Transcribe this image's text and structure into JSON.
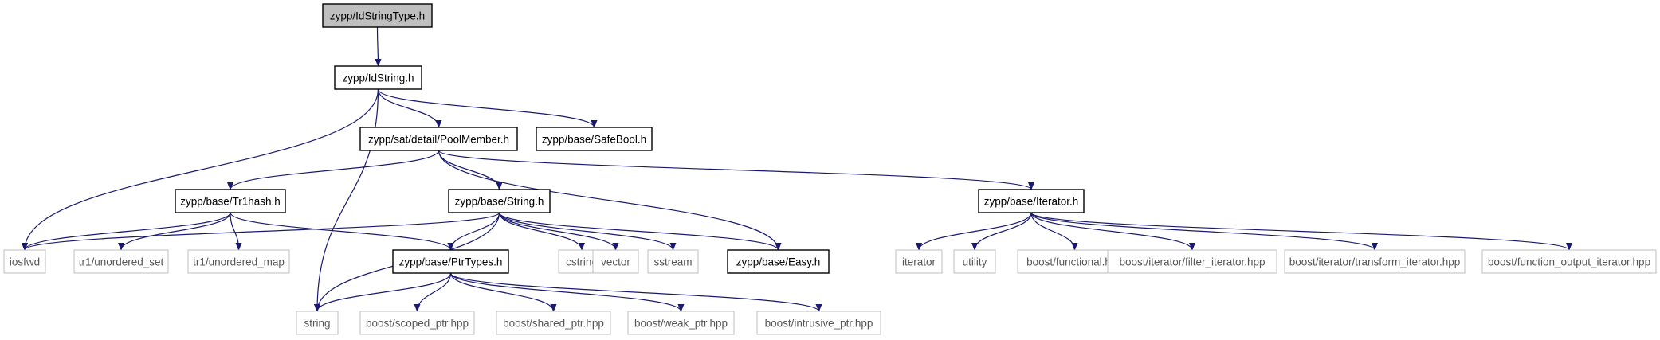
{
  "diagram": {
    "colors": {
      "edge": "#191970",
      "node_border_strong": "#000000",
      "node_border_light": "#bfbfbf",
      "node_fill_root": "#bfbfbf",
      "node_fill": "#ffffff",
      "text_strong": "#000000",
      "text_light": "#555555"
    },
    "nodes": [
      {
        "id": "n_root",
        "label": "zypp/IdStringType.h",
        "style": "root"
      },
      {
        "id": "n_idstring",
        "label": "zypp/IdString.h",
        "style": "strong"
      },
      {
        "id": "n_poolmember",
        "label": "zypp/sat/detail/PoolMember.h",
        "style": "strong"
      },
      {
        "id": "n_safebool",
        "label": "zypp/base/SafeBool.h",
        "style": "strong"
      },
      {
        "id": "n_tr1hash",
        "label": "zypp/base/Tr1hash.h",
        "style": "strong"
      },
      {
        "id": "n_string_h",
        "label": "zypp/base/String.h",
        "style": "strong"
      },
      {
        "id": "n_iterator_h",
        "label": "zypp/base/Iterator.h",
        "style": "strong"
      },
      {
        "id": "n_iosfwd",
        "label": "iosfwd",
        "style": "light"
      },
      {
        "id": "n_tr1_uset",
        "label": "tr1/unordered_set",
        "style": "light"
      },
      {
        "id": "n_tr1_umap",
        "label": "tr1/unordered_map",
        "style": "light"
      },
      {
        "id": "n_ptrtypes",
        "label": "zypp/base/PtrTypes.h",
        "style": "strong"
      },
      {
        "id": "n_cstring",
        "label": "cstring",
        "style": "light"
      },
      {
        "id": "n_vector",
        "label": "vector",
        "style": "light"
      },
      {
        "id": "n_sstream",
        "label": "sstream",
        "style": "light"
      },
      {
        "id": "n_easy",
        "label": "zypp/base/Easy.h",
        "style": "strong"
      },
      {
        "id": "n_iterator",
        "label": "iterator",
        "style": "light"
      },
      {
        "id": "n_utility",
        "label": "utility",
        "style": "light"
      },
      {
        "id": "n_bfunctional",
        "label": "boost/functional.hpp",
        "style": "light"
      },
      {
        "id": "n_bfilter",
        "label": "boost/iterator/filter_iterator.hpp",
        "style": "light"
      },
      {
        "id": "n_btransform",
        "label": "boost/iterator/transform_iterator.hpp",
        "style": "light"
      },
      {
        "id": "n_bfuncout",
        "label": "boost/function_output_iterator.hpp",
        "style": "light"
      },
      {
        "id": "n_string",
        "label": "string",
        "style": "light"
      },
      {
        "id": "n_bscoped",
        "label": "boost/scoped_ptr.hpp",
        "style": "light"
      },
      {
        "id": "n_bshared",
        "label": "boost/shared_ptr.hpp",
        "style": "light"
      },
      {
        "id": "n_bweak",
        "label": "boost/weak_ptr.hpp",
        "style": "light"
      },
      {
        "id": "n_bintrusive",
        "label": "boost/intrusive_ptr.hpp",
        "style": "light"
      }
    ],
    "edges": [
      {
        "from": "n_root",
        "to": "n_idstring"
      },
      {
        "from": "n_idstring",
        "to": "n_iosfwd"
      },
      {
        "from": "n_idstring",
        "to": "n_string"
      },
      {
        "from": "n_idstring",
        "to": "n_poolmember"
      },
      {
        "from": "n_idstring",
        "to": "n_safebool"
      },
      {
        "from": "n_poolmember",
        "to": "n_tr1hash"
      },
      {
        "from": "n_poolmember",
        "to": "n_string_h"
      },
      {
        "from": "n_poolmember",
        "to": "n_easy"
      },
      {
        "from": "n_poolmember",
        "to": "n_iterator_h"
      },
      {
        "from": "n_tr1hash",
        "to": "n_iosfwd"
      },
      {
        "from": "n_tr1hash",
        "to": "n_tr1_uset"
      },
      {
        "from": "n_tr1hash",
        "to": "n_tr1_umap"
      },
      {
        "from": "n_tr1hash",
        "to": "n_ptrtypes"
      },
      {
        "from": "n_string_h",
        "to": "n_iosfwd"
      },
      {
        "from": "n_string_h",
        "to": "n_string"
      },
      {
        "from": "n_string_h",
        "to": "n_ptrtypes"
      },
      {
        "from": "n_string_h",
        "to": "n_cstring"
      },
      {
        "from": "n_string_h",
        "to": "n_vector"
      },
      {
        "from": "n_string_h",
        "to": "n_sstream"
      },
      {
        "from": "n_string_h",
        "to": "n_easy"
      },
      {
        "from": "n_ptrtypes",
        "to": "n_string"
      },
      {
        "from": "n_ptrtypes",
        "to": "n_bscoped"
      },
      {
        "from": "n_ptrtypes",
        "to": "n_bshared"
      },
      {
        "from": "n_ptrtypes",
        "to": "n_bweak"
      },
      {
        "from": "n_ptrtypes",
        "to": "n_bintrusive"
      },
      {
        "from": "n_iterator_h",
        "to": "n_iterator"
      },
      {
        "from": "n_iterator_h",
        "to": "n_utility"
      },
      {
        "from": "n_iterator_h",
        "to": "n_bfunctional"
      },
      {
        "from": "n_iterator_h",
        "to": "n_bfilter"
      },
      {
        "from": "n_iterator_h",
        "to": "n_btransform"
      },
      {
        "from": "n_iterator_h",
        "to": "n_bfuncout"
      }
    ]
  }
}
